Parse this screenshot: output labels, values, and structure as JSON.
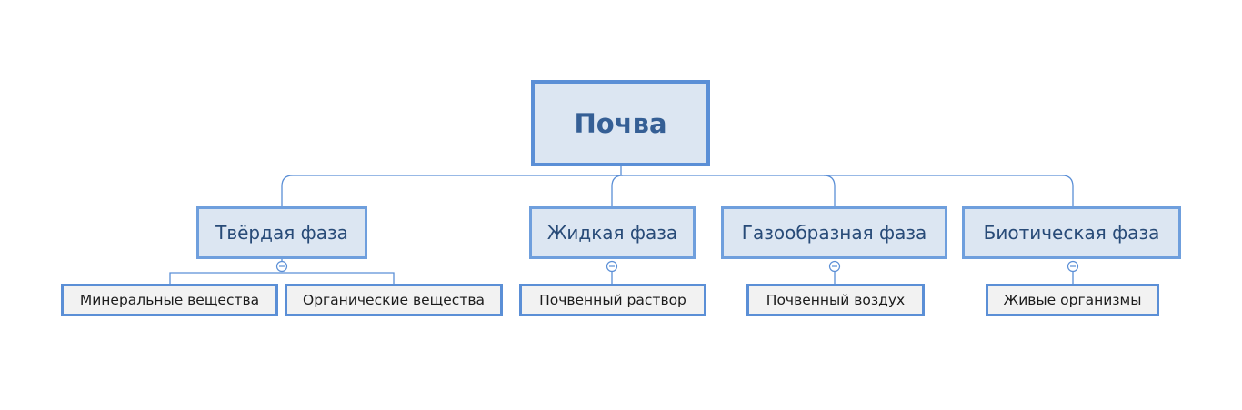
{
  "root": {
    "label": "Почва"
  },
  "phases": [
    {
      "id": "solid",
      "label": "Твёрдая фаза"
    },
    {
      "id": "liquid",
      "label": "Жидкая фаза"
    },
    {
      "id": "gas",
      "label": "Газообразная фаза"
    },
    {
      "id": "biotic",
      "label": "Биотическая фаза"
    }
  ],
  "components": [
    {
      "phase": "solid",
      "label": "Минеральные вещества"
    },
    {
      "phase": "solid",
      "label": "Органические вещества"
    },
    {
      "phase": "liquid",
      "label": "Почвенный раствор"
    },
    {
      "phase": "gas",
      "label": "Почвенный воздух"
    },
    {
      "phase": "biotic",
      "label": "Живые организмы"
    }
  ],
  "colors": {
    "connector": "#5b8fd6",
    "box_fill": "#dce6f2",
    "leaf_fill": "#f2f2f2",
    "box_border": "#5b8fd6",
    "root_text": "#355f95",
    "phase_text": "#284b78"
  },
  "icons": {
    "collapse_toggle": "minus-circle-icon"
  }
}
